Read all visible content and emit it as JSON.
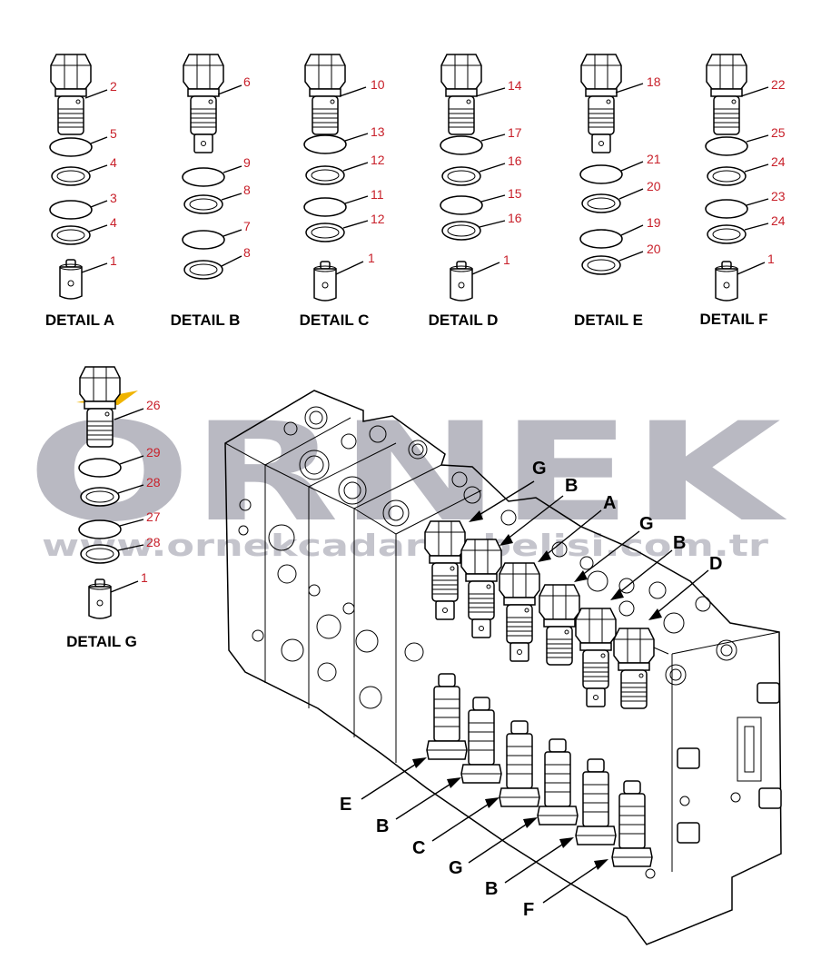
{
  "watermark": {
    "brand": "ORNEK",
    "site": "www.ornekcadarubbelisi.com.tr"
  },
  "details": [
    {
      "caption": "DETAIL A",
      "plug": "2",
      "labels": [
        "2",
        "5",
        "4",
        "3",
        "4",
        "1"
      ]
    },
    {
      "caption": "DETAIL B",
      "plug": "6",
      "labels": [
        "6",
        "9",
        "8",
        "7",
        "8"
      ]
    },
    {
      "caption": "DETAIL C",
      "plug": "10",
      "labels": [
        "10",
        "13",
        "12",
        "11",
        "12",
        "1"
      ]
    },
    {
      "caption": "DETAIL D",
      "plug": "14",
      "labels": [
        "14",
        "17",
        "16",
        "15",
        "16",
        "1"
      ]
    },
    {
      "caption": "DETAIL E",
      "plug": "18",
      "labels": [
        "18",
        "21",
        "20",
        "19",
        "20"
      ]
    },
    {
      "caption": "DETAIL F",
      "plug": "22",
      "labels": [
        "22",
        "25",
        "24",
        "23",
        "24",
        "1"
      ]
    },
    {
      "caption": "DETAIL G",
      "plug": "26",
      "labels": [
        "26",
        "29",
        "28",
        "27",
        "28",
        "1"
      ]
    }
  ],
  "valve_labels": {
    "top": [
      "G",
      "B",
      "A",
      "G",
      "B",
      "D"
    ],
    "bottom": [
      "E",
      "B",
      "C",
      "G",
      "B",
      "F"
    ]
  },
  "colors": {
    "part_number": "#c8202a",
    "watermark": "#b9b9c2",
    "logo_accent": "#f0b400"
  }
}
